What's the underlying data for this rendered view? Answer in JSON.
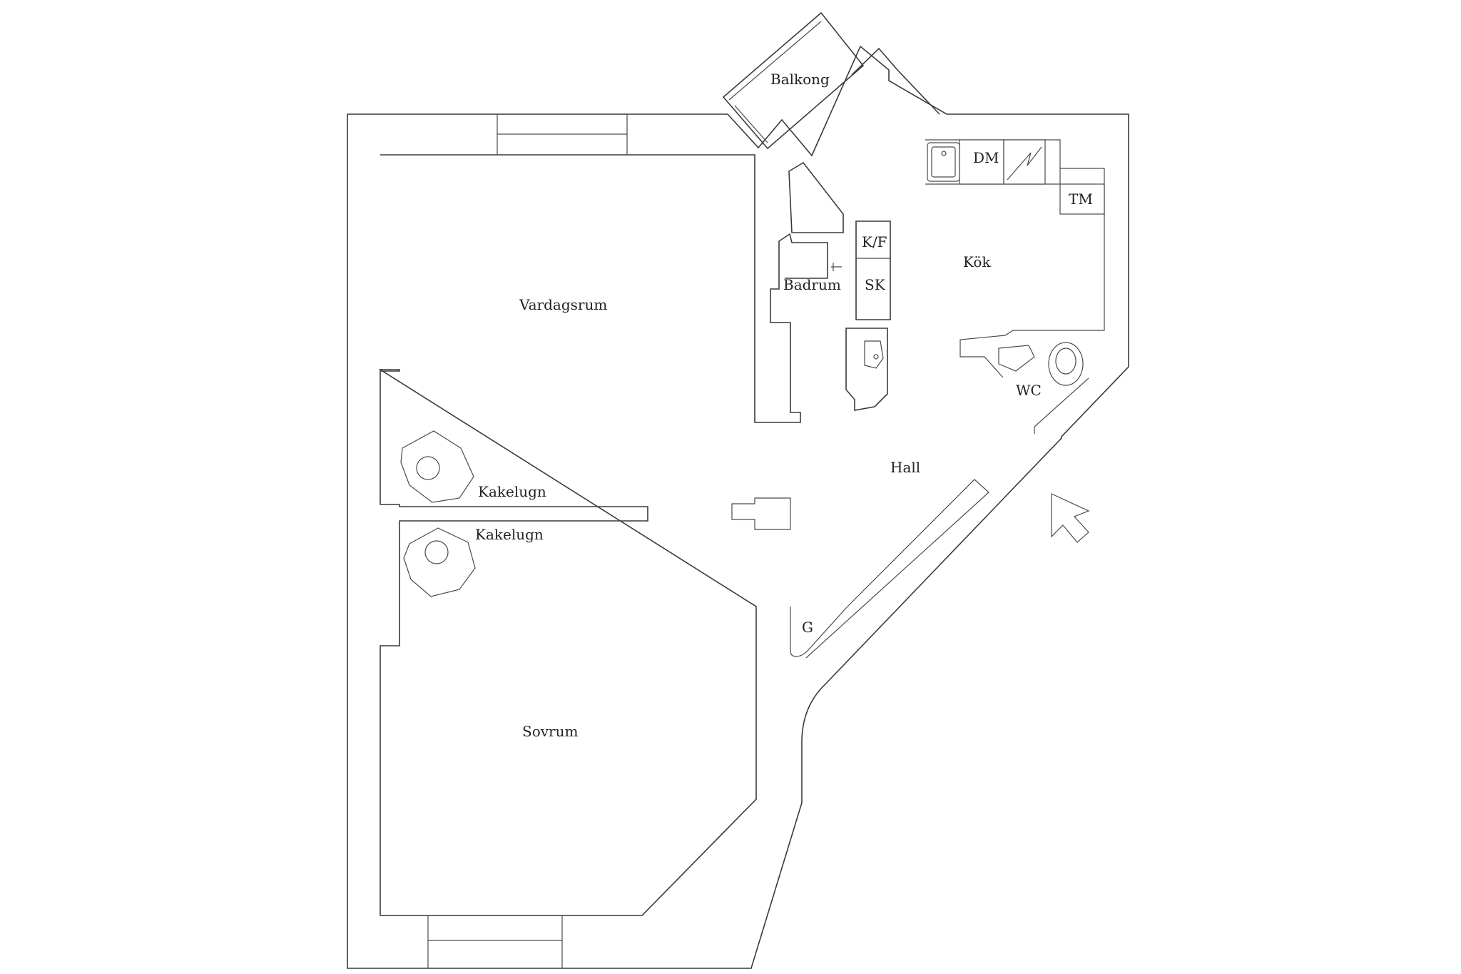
{
  "plan": {
    "rooms": {
      "balkong": "Balkong",
      "vardagsrum": "Vardagsrum",
      "badrum": "Badrum",
      "kok": "Kök",
      "hall": "Hall",
      "wc": "WC",
      "sovrum": "Sovrum"
    },
    "fixtures": {
      "kakelugn_1": "Kakelugn",
      "kakelugn_2": "Kakelugn",
      "dm": "DM",
      "tm": "TM",
      "kf": "K/F",
      "sk": "SK",
      "g": "G"
    }
  },
  "colors": {
    "wall": "#3a3a3a",
    "text": "#222222",
    "background": "#ffffff"
  }
}
